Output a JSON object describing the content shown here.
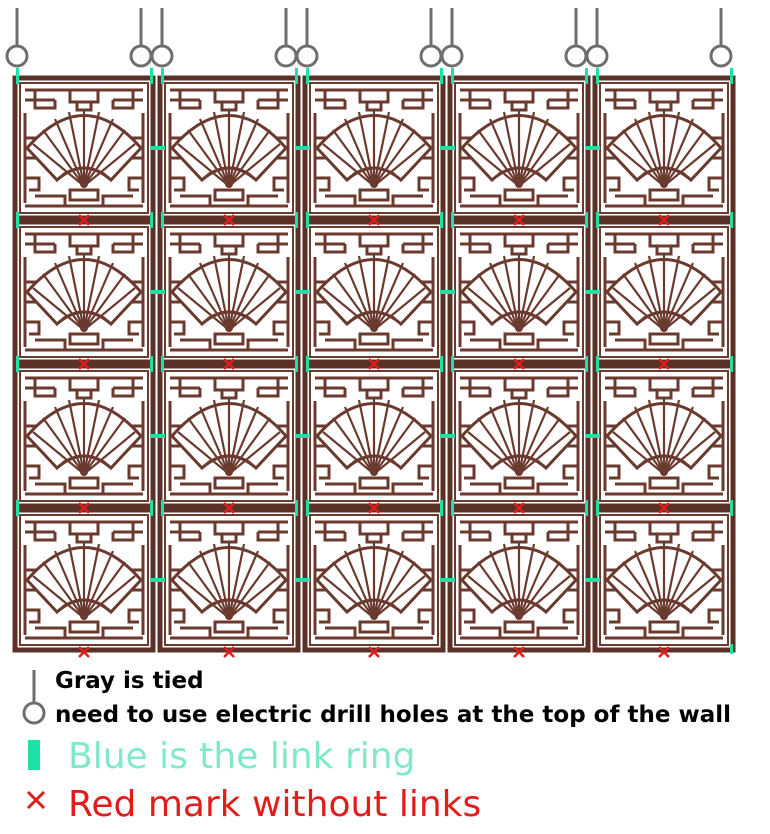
{
  "diagram": {
    "rows": 4,
    "cols": 5,
    "colors": {
      "panel": "#6b3a2f",
      "panel_dark": "#4a241c",
      "hook": "#6e6e6e",
      "link": "#1fe0a5",
      "mark": "#e21b1b"
    }
  },
  "legend": {
    "gray_line1": "Gray is tied",
    "gray_line2": "need to use electric drill holes at the top of the wall",
    "blue": "Blue is the link ring",
    "red": "Red mark without links",
    "icons": [
      "hook-icon",
      "link-ring-icon",
      "red-x-icon"
    ]
  }
}
